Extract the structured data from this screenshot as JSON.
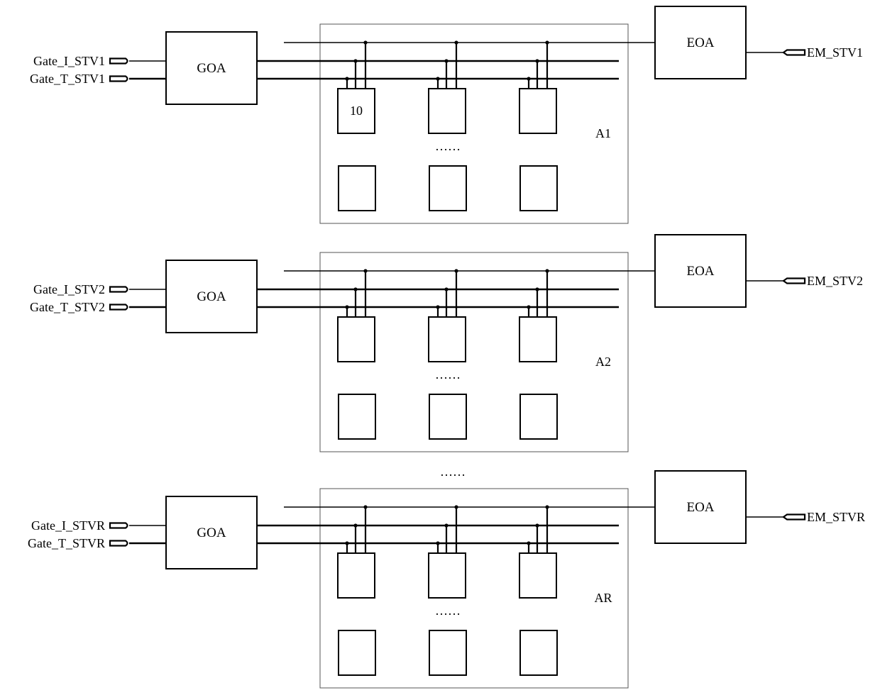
{
  "groups": [
    {
      "inputs": [
        "Gate_I_STV1",
        "Gate_T_STV1"
      ],
      "driver": "GOA",
      "emitter": "EOA",
      "output": "EM_STV1",
      "region": "A1",
      "pixel_label": "10",
      "ellipsis": "……"
    },
    {
      "inputs": [
        "Gate_I_STV2",
        "Gate_T_STV2"
      ],
      "driver": "GOA",
      "emitter": "EOA",
      "output": "EM_STV2",
      "region": "A2",
      "pixel_label": "",
      "ellipsis": "……"
    },
    {
      "inputs": [
        "Gate_I_STVR",
        "Gate_T_STVR"
      ],
      "driver": "GOA",
      "emitter": "EOA",
      "output": "EM_STVR",
      "region": "AR",
      "pixel_label": "",
      "ellipsis": "……"
    }
  ],
  "between_ellipsis": "……"
}
